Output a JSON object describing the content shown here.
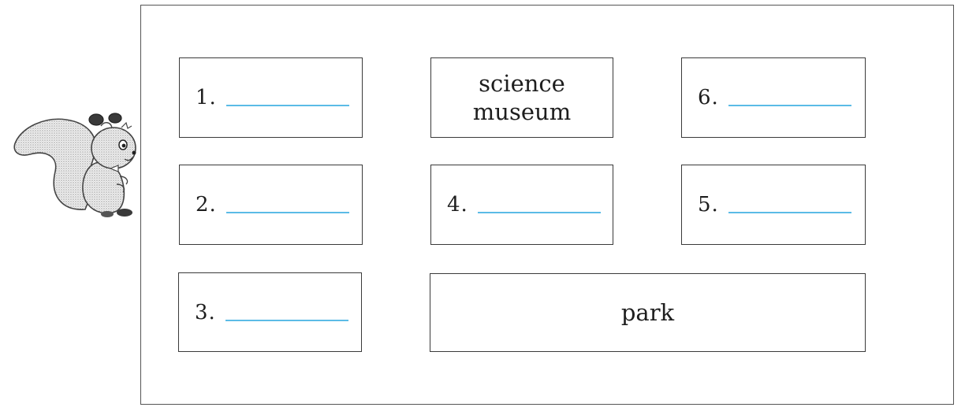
{
  "places": {
    "blank_1": {
      "number": "1."
    },
    "blank_2": {
      "number": "2."
    },
    "blank_3": {
      "number": "3."
    },
    "blank_4": {
      "number": "4."
    },
    "blank_5": {
      "number": "5."
    },
    "blank_6": {
      "number": "6."
    },
    "science_museum": {
      "label": "science\nmuseum"
    },
    "park": {
      "label": "park"
    }
  },
  "colors": {
    "answer_line": "#5bbbe6",
    "box_border": "#3a3a3a"
  },
  "icons": {
    "mascot": "squirrel-icon"
  }
}
